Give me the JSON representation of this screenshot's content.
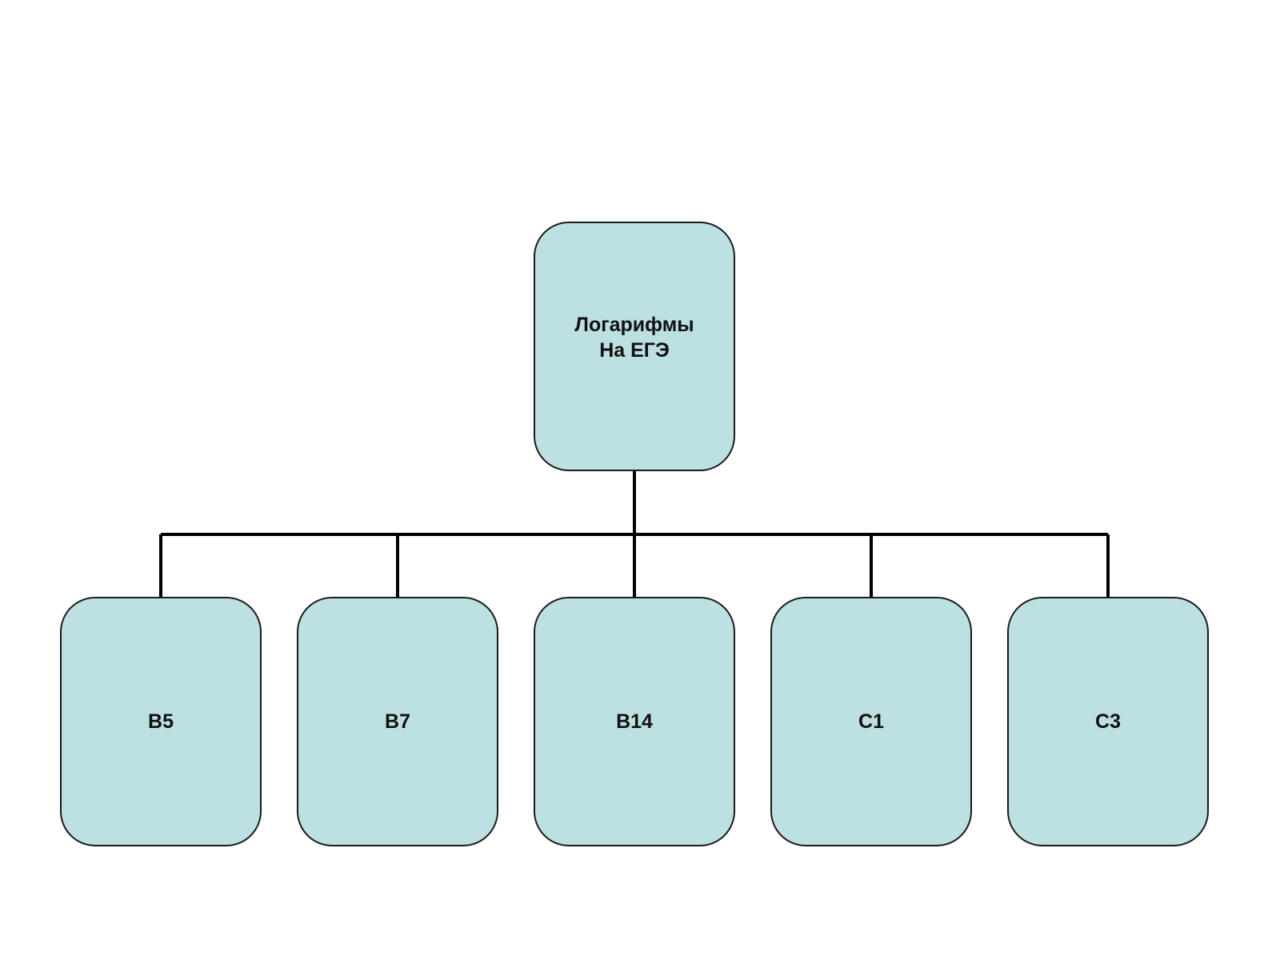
{
  "style": {
    "node_fill": "#bde0e3",
    "node_border": "#1a1a1a",
    "connector_color": "#000000"
  },
  "diagram": {
    "type": "org-chart",
    "root": {
      "label_lines": [
        "Логарифмы",
        "На ЕГЭ"
      ]
    },
    "children": [
      {
        "label": "B5"
      },
      {
        "label": "B7"
      },
      {
        "label": "B14"
      },
      {
        "label": "C1"
      },
      {
        "label": "C3"
      }
    ]
  }
}
